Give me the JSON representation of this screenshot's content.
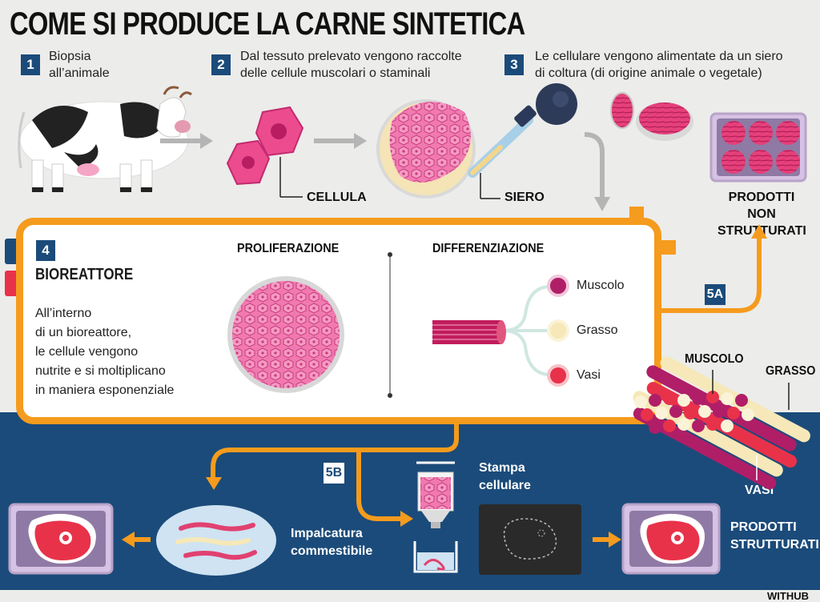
{
  "title": "COME SI PRODUCE LA CARNE SINTETICA",
  "steps": {
    "s1": {
      "num": "1",
      "text_l1": "Biopsia",
      "text_l2": "all’animale"
    },
    "s2": {
      "num": "2",
      "text_l1": "Dal tessuto prelevato vengono raccolte",
      "text_l2": "delle cellule muscolari o staminali"
    },
    "s3": {
      "num": "3",
      "text_l1": "Le cellulare vengono alimentate da un siero",
      "text_l2": "di coltura (di origine animale o vegetale)"
    },
    "s4": {
      "num": "4",
      "title": "BIOREATTORE",
      "lines": [
        "All’interno",
        "di un bioreattore,",
        "le cellule vengono",
        "nutrite e si moltiplicano",
        "in maniera esponenziale"
      ]
    }
  },
  "labels": {
    "cellula": "CELLULA",
    "siero": "SIERO",
    "prodotti_non_l1": "PRODOTTI NON",
    "prodotti_non_l2": "STRUTTURATI",
    "proliferazione": "PROLIFERAZIONE",
    "differenziazione": "DIFFERENZIAZIONE",
    "muscolo": "Muscolo",
    "grasso": "Grasso",
    "vasi": "Vasi",
    "tag_5a": "5A",
    "tag_5b": "5B",
    "fiber_muscolo": "MUSCOLO",
    "fiber_grasso": "GRASSO",
    "fiber_vasi": "VASI",
    "stampa_l1": "Stampa",
    "stampa_l2": "cellulare",
    "impalcatura_l1": "Impalcatura",
    "impalcatura_l2": "commestibile",
    "prodotti_str_l1": "PRODOTTI",
    "prodotti_str_l2": "STRUTTURATI",
    "credit": "WITHUB"
  },
  "colors": {
    "navy": "#1b4b7a",
    "orange": "#f59b1d",
    "pink": "#e94b8a",
    "magenta": "#b01e68",
    "cream": "#f6e8b8",
    "red": "#e8324a"
  }
}
